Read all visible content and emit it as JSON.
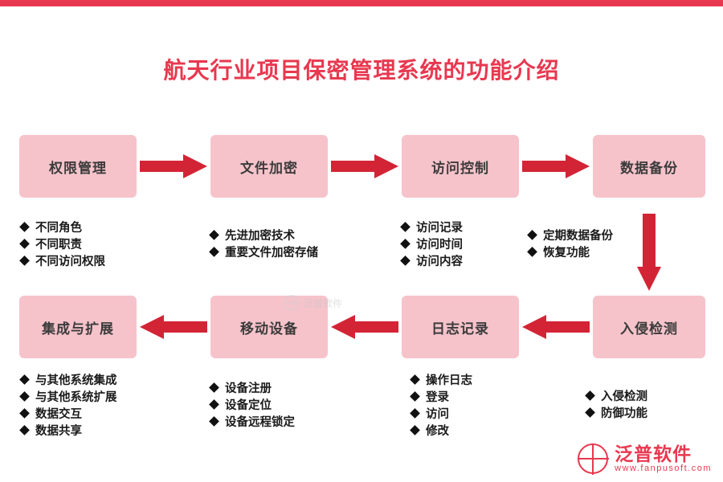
{
  "page": {
    "title": "航天行业项目保密管理系统的功能介绍",
    "accent_color": "#e8384f",
    "box_color": "#f6c3cb",
    "top_bar_color": "#e8384f"
  },
  "nodes": [
    {
      "id": "n1",
      "label": "权限管理"
    },
    {
      "id": "n2",
      "label": "文件加密"
    },
    {
      "id": "n3",
      "label": "访问控制"
    },
    {
      "id": "n4",
      "label": "数据备份"
    },
    {
      "id": "n5",
      "label": "入侵检测"
    },
    {
      "id": "n6",
      "label": "日志记录"
    },
    {
      "id": "n7",
      "label": "移动设备"
    },
    {
      "id": "n8",
      "label": "集成与扩展"
    }
  ],
  "bullet_groups": [
    {
      "for": "n1",
      "items": [
        "不同角色",
        "不同职责",
        "不同访问权限"
      ]
    },
    {
      "for": "n2",
      "items": [
        "先进加密技术",
        "重要文件加密存储"
      ]
    },
    {
      "for": "n3",
      "items": [
        "访问记录",
        "访问时间",
        "访问内容"
      ]
    },
    {
      "for": "n4",
      "items": [
        "定期数据备份",
        "恢复功能"
      ]
    },
    {
      "for": "n8",
      "items": [
        "与其他系统集成",
        "与其他系统扩展",
        "数据交互",
        "数据共享"
      ]
    },
    {
      "for": "n7",
      "items": [
        "设备注册",
        "设备定位",
        "设备远程锁定"
      ]
    },
    {
      "for": "n6",
      "items": [
        "操作日志",
        "登录",
        "访问",
        "修改"
      ]
    },
    {
      "for": "n5",
      "items": [
        "入侵检测",
        "防御功能"
      ]
    }
  ],
  "watermark": {
    "text": "泛普软件"
  },
  "logo": {
    "cn": "泛普软件",
    "en": "www.fanpusoft.com"
  }
}
